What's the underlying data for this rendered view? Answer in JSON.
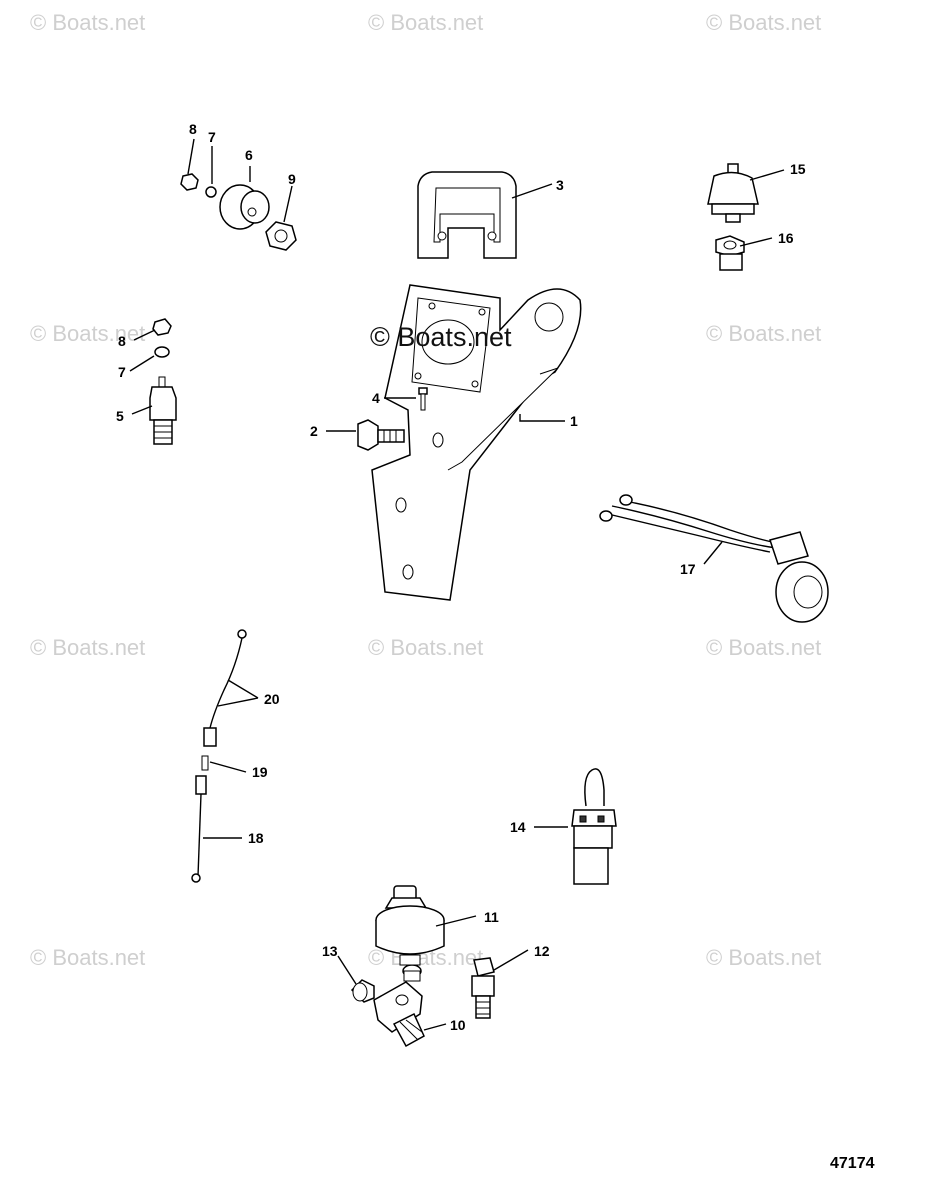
{
  "watermark_text": "© Boats.net",
  "center_watermark_text": "© Boats.net",
  "figure_number": "47174",
  "callouts": {
    "c1": "1",
    "c2": "2",
    "c3": "3",
    "c4": "4",
    "c5": "5",
    "c6": "6",
    "c7a": "7",
    "c7b": "7",
    "c8a": "8",
    "c8b": "8",
    "c9": "9",
    "c10": "10",
    "c11": "11",
    "c12": "12",
    "c13": "13",
    "c14": "14",
    "c15": "15",
    "c16": "16",
    "c17": "17",
    "c18": "18",
    "c19": "19",
    "c20": "20"
  }
}
